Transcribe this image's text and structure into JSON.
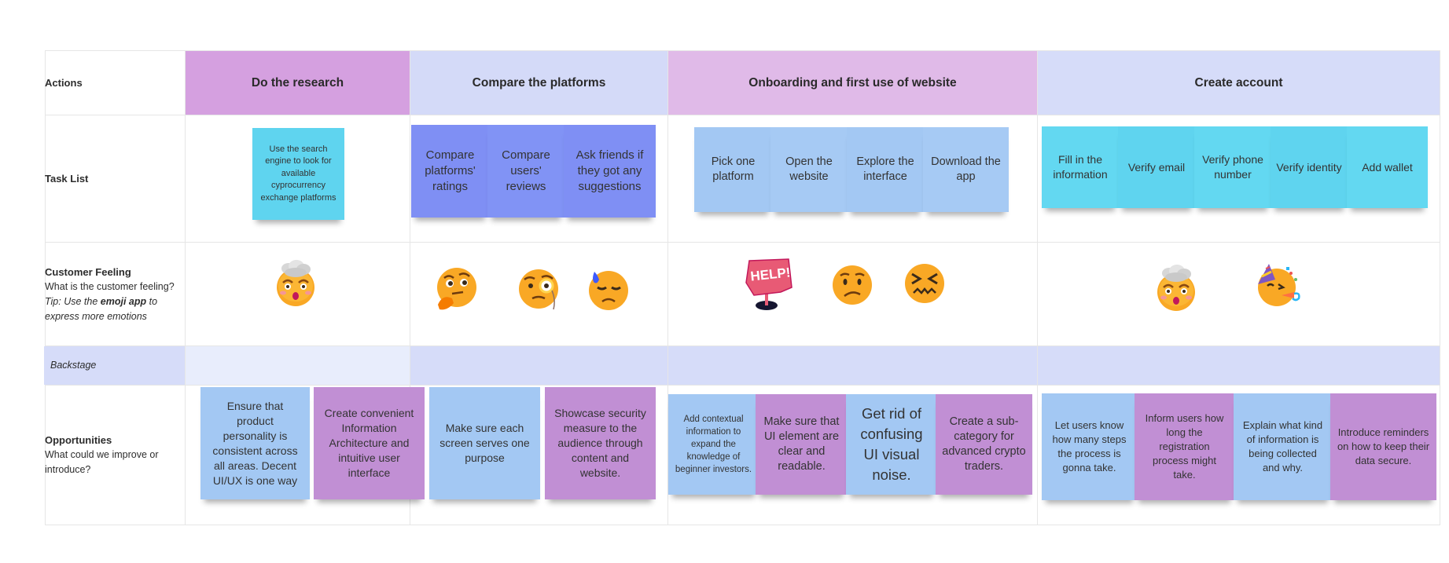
{
  "rows": {
    "actions": "Actions",
    "task_list": "Task List",
    "customer_feeling": {
      "title": "Customer Feeling",
      "desc_1": "What is the customer feeling?",
      "desc_tip": "Tip: Use the",
      "desc_bold": "emoji app",
      "desc_2": "to express more emotions"
    },
    "backstage": "Backstage",
    "opportunities": {
      "title": "Opportunities",
      "desc": "What could we improve or introduce?"
    }
  },
  "stages": [
    {
      "label": "Do the research",
      "color": "#d5a0e0"
    },
    {
      "label": "Compare the platforms",
      "color": "#d4daf8"
    },
    {
      "label": "Onboarding and first use of website",
      "color": "#e0bae8"
    },
    {
      "label": "Create account",
      "color": "#d6dcf9"
    }
  ],
  "backstage_colors": [
    "#e8edfc",
    "#d6dcf9",
    "#d6dcf9",
    "#d6dcf9"
  ],
  "tasks": [
    "Use the search engine to look for available cyprocurrency exchange platforms",
    "Compare platforms' ratings",
    "Compare users' reviews",
    "Ask friends if they got any suggestions",
    "Pick one platform",
    "Open the website",
    "Explore the interface",
    "Download the app",
    "Fill in the information",
    "Verify email",
    "Verify phone number",
    "Verify identity",
    "Add wallet"
  ],
  "emojis": [
    "exploding-head-emoji",
    "thinking-face-emoji",
    "face-with-monocle-emoji",
    "downcast-sweat-face-emoji",
    "help-sign",
    "confused-face-emoji",
    "confounded-face-emoji",
    "exploding-head-emoji",
    "partying-face-emoji"
  ],
  "help_text": "HELP!",
  "opportunities": [
    "Ensure that product personality is consistent across all areas. Decent UI/UX is one way",
    "Create convenient Information Architecture and intuitive user interface",
    "Make sure each screen serves one purpose",
    "Showcase security measure to the audience through content and website.",
    "Add contextual information to expand the knowledge of beginner investors.",
    "Make sure that UI element are clear and readable.",
    "Get rid of confusing UI visual noise.",
    "Create a sub-category for advanced crypto traders.",
    "Let users know how many steps the process is gonna take.",
    "Inform users how long the registration process might take.",
    "Explain what kind of information is being collected and why.",
    "Introduce reminders on how to keep their data secure."
  ],
  "colors": {
    "cyan": "#5fd4ef",
    "blue": "#7f8ff4",
    "light_blue": "#a3c8f3",
    "purple": "#c18fd4",
    "emoji_yellow": "#f9a825",
    "help_pink": "#e85a75"
  }
}
